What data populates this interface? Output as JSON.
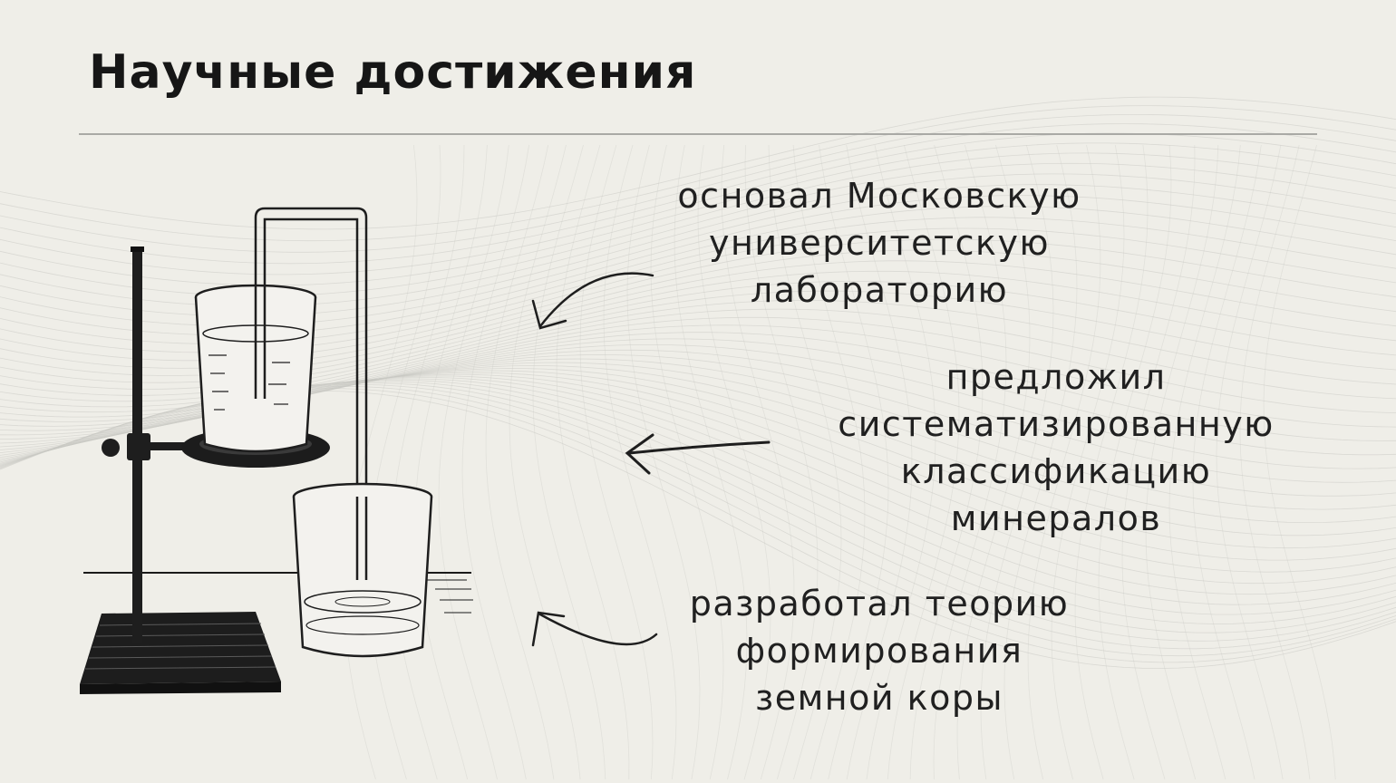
{
  "slide": {
    "title": "Научные достижения",
    "achievements": [
      {
        "lines": [
          "основал Московскую",
          "университетскую",
          "лабораторию"
        ]
      },
      {
        "lines": [
          "предложил",
          "систематизированную",
          "классификацию",
          "минералов"
        ]
      },
      {
        "lines": [
          "разработал теорию",
          "формирования",
          "земной коры"
        ]
      }
    ]
  },
  "colors": {
    "background": "#efeee8",
    "text": "#1e1e1e",
    "divider": "#a9a9a5",
    "wave_lines": "#c9c8c2"
  },
  "illustration": {
    "subject": "laboratory-siphon-icon"
  }
}
